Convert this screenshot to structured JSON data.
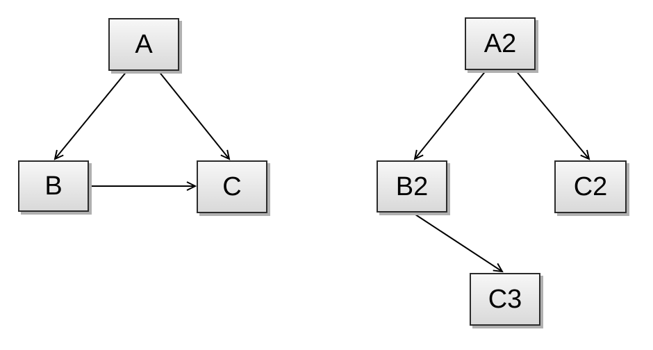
{
  "style": {
    "node_fill_top": "#f7f7f7",
    "node_fill_bottom": "#d9d9d9",
    "node_border": "#2b2b2b",
    "node_shadow": "#b0b0b0",
    "edge_color": "#000000",
    "text_color": "#000000",
    "canvas_bg": "#ffffff"
  },
  "diagrams": [
    {
      "name": "left-graph",
      "nodes": [
        {
          "id": "A",
          "label": "A"
        },
        {
          "id": "B",
          "label": "B"
        },
        {
          "id": "C",
          "label": "C"
        }
      ],
      "edges": [
        {
          "from": "A",
          "to": "B"
        },
        {
          "from": "A",
          "to": "C"
        },
        {
          "from": "B",
          "to": "C"
        }
      ]
    },
    {
      "name": "right-graph",
      "nodes": [
        {
          "id": "A2",
          "label": "A2"
        },
        {
          "id": "B2",
          "label": "B2"
        },
        {
          "id": "C2",
          "label": "C2"
        },
        {
          "id": "C3",
          "label": "C3"
        }
      ],
      "edges": [
        {
          "from": "A2",
          "to": "B2"
        },
        {
          "from": "A2",
          "to": "C2"
        },
        {
          "from": "B2",
          "to": "C3"
        }
      ]
    }
  ]
}
